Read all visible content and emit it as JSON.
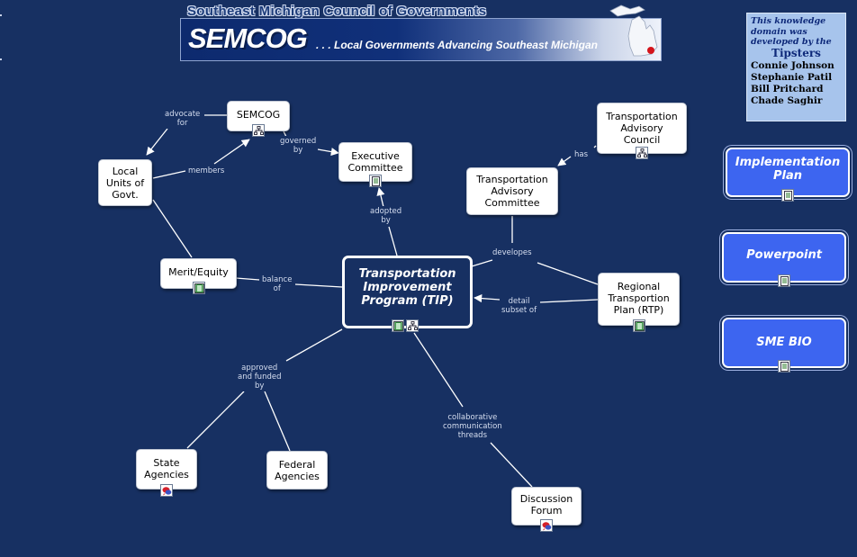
{
  "header": {
    "org_name": "Southeast Michigan Council of Governments",
    "logo": "SEMCOG",
    "tagline": ". . . Local Governments Advancing Southeast Michigan",
    "map_icon": "michigan-map-icon"
  },
  "credits": {
    "intro": "This knowledge domain was developed by the",
    "team": "Tipsters",
    "members": [
      "Connie Johnson",
      "Stephanie Patil",
      "Bill Pritchard",
      "Chade Saghir"
    ]
  },
  "concepts": {
    "tip": "Transportation\nImprovement\nProgram (TIP)",
    "executive_committee": "Executive\nCommittee",
    "semcog": "SEMCOG",
    "local_units": "Local\nUnits of\nGovt.",
    "merit_equity": "Merit/Equity",
    "tac_council": "Transportation\nAdvisory\nCouncil",
    "tac_committee": "Transportation\nAdvisory\nCommittee",
    "rtp": "Regional\nTransportion\nPlan (RTP)",
    "state_agencies": "State\nAgencies",
    "federal_agencies": "Federal\nAgencies",
    "discussion_forum": "Discussion\nForum"
  },
  "link_labels": {
    "advocate_for": "advocate\nfor",
    "governed_by": "governed\nby",
    "members": "members",
    "adopted_by": "adopted\nby",
    "has": "has",
    "developes": "developes",
    "balance_of": "balance\nof",
    "detail_subset_of": "detail\nsubset of",
    "approved_funded_by": "approved\nand funded\nby",
    "collaborative_threads": "collaborative\ncommunication\nthreads"
  },
  "resources": {
    "implementation_plan": "Implementation\nPlan",
    "powerpoint": "Powerpoint",
    "sme_bio": "SME BIO"
  },
  "colors": {
    "background": "#173062",
    "resource_button": "#3d65f0",
    "link_line": "#ffffff",
    "credits_panel": "#a7c4ec"
  },
  "icons": {
    "document": "document-icon",
    "concept_map": "concept-map-icon",
    "film": "film-icon",
    "discussion": "discussion-icon"
  }
}
